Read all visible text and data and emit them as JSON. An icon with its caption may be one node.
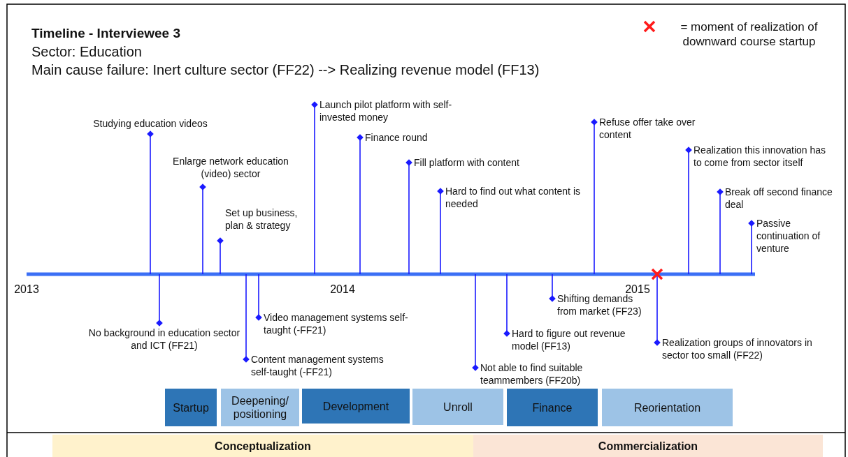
{
  "diagram": {
    "title": "Timeline - Interviewee 3",
    "nodes": [
      {
        "text": [
          "Startup"
        ]
      },
      {
        "text": [
          "Deepening/ positioning"
        ]
      },
      {
        "text": [
          "Development"
        ]
      },
      {
        "text": [
          "Unroll"
        ]
      },
      {
        "text": [
          "Finance"
        ]
      },
      {
        "text": [
          "Reorientation"
        ]
      },
      {
        "text": [
          "Conceptualization"
        ]
      },
      {
        "text": [
          "Commercialization"
        ]
      }
    ],
    "edges": [],
    "labels": [
      "Sector: Education",
      "Main cause failure: Inert culture sector (FF22) --> Realizing revenue model (FF13)",
      "Studying education videos",
      "Enlarge network education (video) sector",
      "Set up business, plan & strategy",
      "Launch pilot platform with self-invested money",
      "Finance round",
      "Fill platform with content",
      "Hard to find out what content is needed",
      "Refuse offer take over content",
      "Realization this innovation has to come from sector itself",
      "Break off second finance deal",
      "Passive continuation of venture",
      "2013",
      "2014",
      "2015",
      "No background in education sector and ICT (FF21)",
      "Video management systems self-taught (-FF21)",
      "Content management systems self-taught (-FF21)",
      "Not able to find suitable teammembers (FF20b)",
      "Hard to figure out revenue model (FF13)",
      "Shifting demands from market (FF23)",
      "Realization groups of innovators in sector too small (FF22)"
    ],
    "legend": [
      {
        "text": "= moment of realization of downward course startup"
      }
    ]
  }
}
